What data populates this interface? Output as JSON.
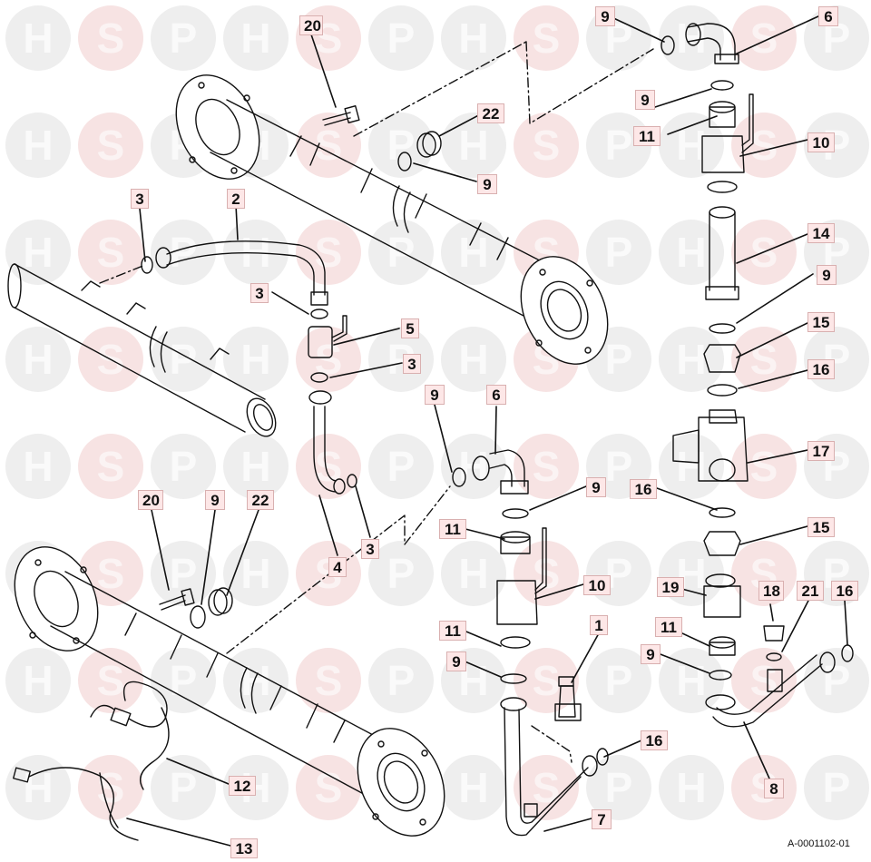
{
  "watermark": {
    "letters": [
      "H",
      "S",
      "P"
    ],
    "colors": {
      "H": "#c9c9c9",
      "S": "#e6b9b9",
      "P": "#c9c9c9"
    }
  },
  "callouts": [
    {
      "id": "c20a",
      "label": "20"
    },
    {
      "id": "c9a",
      "label": "9"
    },
    {
      "id": "c6a",
      "label": "6"
    },
    {
      "id": "c9b",
      "label": "9"
    },
    {
      "id": "c22a",
      "label": "22"
    },
    {
      "id": "c11a",
      "label": "11"
    },
    {
      "id": "c10a",
      "label": "10"
    },
    {
      "id": "c9c",
      "label": "9"
    },
    {
      "id": "c3a",
      "label": "3"
    },
    {
      "id": "c2",
      "label": "2"
    },
    {
      "id": "c14",
      "label": "14"
    },
    {
      "id": "c3b",
      "label": "3"
    },
    {
      "id": "c9d",
      "label": "9"
    },
    {
      "id": "c5",
      "label": "5"
    },
    {
      "id": "c15a",
      "label": "15"
    },
    {
      "id": "c3c",
      "label": "3"
    },
    {
      "id": "c16a",
      "label": "16"
    },
    {
      "id": "c9e",
      "label": "9"
    },
    {
      "id": "c6b",
      "label": "6"
    },
    {
      "id": "c17",
      "label": "17"
    },
    {
      "id": "c9f",
      "label": "9"
    },
    {
      "id": "c16b",
      "label": "16"
    },
    {
      "id": "c20b",
      "label": "20"
    },
    {
      "id": "c9g",
      "label": "9"
    },
    {
      "id": "c22b",
      "label": "22"
    },
    {
      "id": "c11b",
      "label": "11"
    },
    {
      "id": "c15b",
      "label": "15"
    },
    {
      "id": "c3d",
      "label": "3"
    },
    {
      "id": "c4",
      "label": "4"
    },
    {
      "id": "c10b",
      "label": "10"
    },
    {
      "id": "c19",
      "label": "19"
    },
    {
      "id": "c18",
      "label": "18"
    },
    {
      "id": "c21",
      "label": "21"
    },
    {
      "id": "c16c",
      "label": "16"
    },
    {
      "id": "c1",
      "label": "1"
    },
    {
      "id": "c11c",
      "label": "11"
    },
    {
      "id": "c11d",
      "label": "11"
    },
    {
      "id": "c9h",
      "label": "9"
    },
    {
      "id": "c9i",
      "label": "9"
    },
    {
      "id": "c16d",
      "label": "16"
    },
    {
      "id": "c12",
      "label": "12"
    },
    {
      "id": "c8",
      "label": "8"
    },
    {
      "id": "c7",
      "label": "7"
    },
    {
      "id": "c13",
      "label": "13"
    }
  ],
  "reference_code": "A-0001102-01"
}
